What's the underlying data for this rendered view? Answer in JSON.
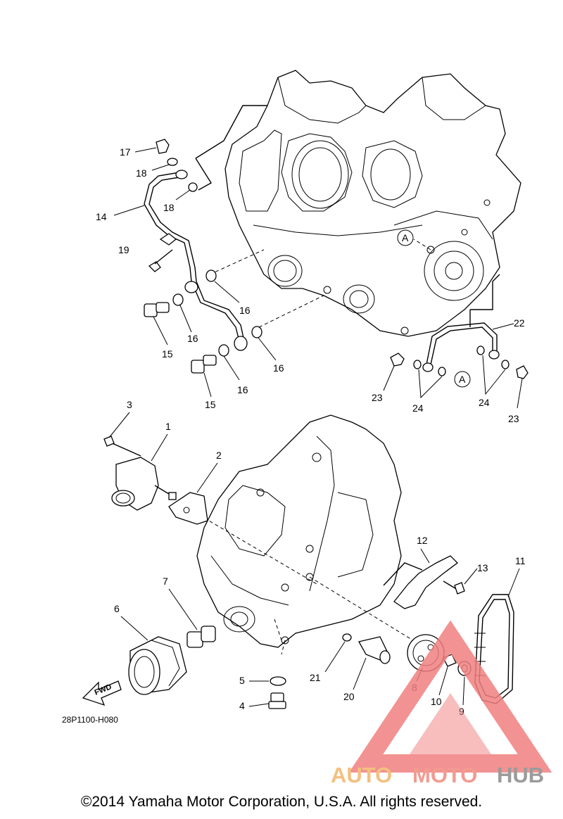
{
  "diagram_code": "28P1100-H080",
  "copyright": "©2014 Yamaha Motor Corporation, U.S.A. All rights reserved.",
  "fwd_label": "FWD",
  "ref_marker": "A",
  "watermark": {
    "part1": "AUTO",
    "part2": "MOTO",
    "part3": "HUB",
    "colors": {
      "auto": "#f2b66b",
      "moto": "#f08a7e",
      "hub": "#8a8a8a",
      "triangle": "#f07f7f"
    }
  },
  "callouts": [
    "1",
    "2",
    "3",
    "4",
    "5",
    "6",
    "7",
    "8",
    "9",
    "10",
    "11",
    "12",
    "13",
    "14",
    "15",
    "16",
    "17",
    "18",
    "19",
    "20",
    "21",
    "22",
    "23",
    "24"
  ]
}
